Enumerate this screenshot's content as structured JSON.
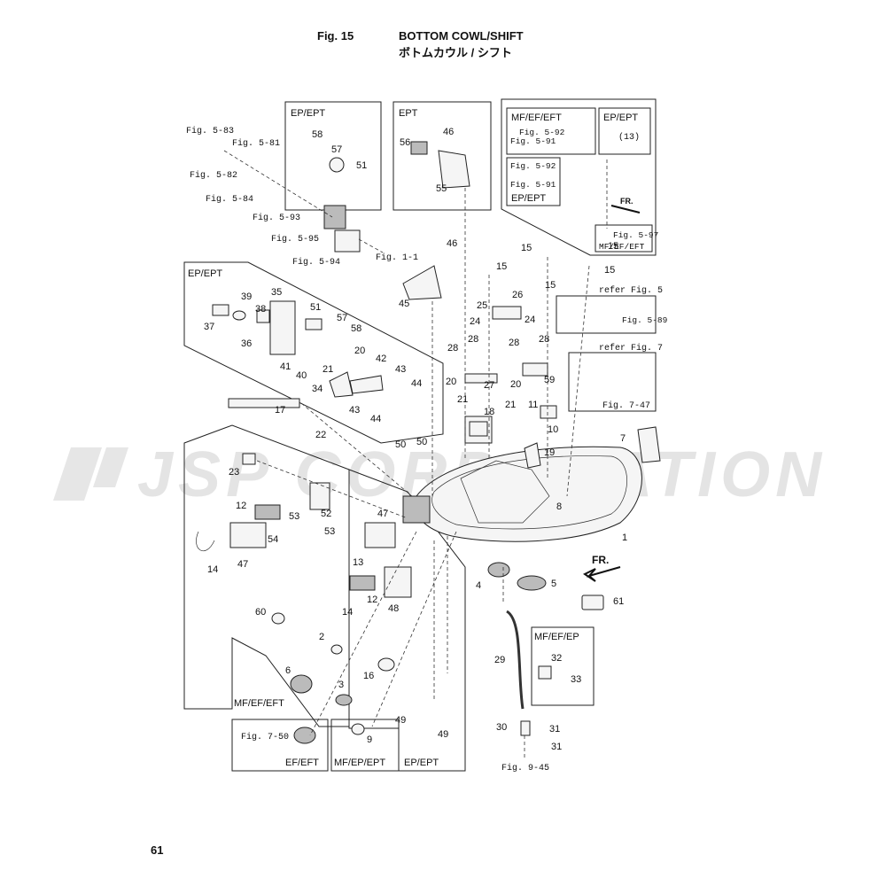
{
  "header": {
    "fig_number": "Fig. 15",
    "title_en": "BOTTOM COWL/SHIFT",
    "title_jp": "ボトムカウル / シフト"
  },
  "page_number": "61",
  "watermark": "JSP CORPORATION",
  "boxes": {
    "ep_ept_top": "EP/EPT",
    "ept_top": "EPT",
    "mf_ef_eft_inset": "MF/EF/EFT",
    "ep_ept_inset": "EP/EPT",
    "ep_ept_inset2": "EP/EPT",
    "ep_ept_mid": "EP/EPT",
    "mf_ef_eft_bottom": "MF/EF/EFT",
    "ef_eft": "EF/EFT",
    "mf_ep_ept": "MF/EP/EPT",
    "ep_ept_bottom": "EP/EPT",
    "mf_ef_ep": "MF/EF/EP",
    "mf_ef_eft_tag": "MF/EF/EFT"
  },
  "refs": {
    "fig5_83": "Fig. 5-83",
    "fig5_81": "Fig. 5-81",
    "fig5_82": "Fig. 5-82",
    "fig5_84": "Fig. 5-84",
    "fig5_93": "Fig. 5-93",
    "fig5_95": "Fig. 5-95",
    "fig5_94": "Fig. 5-94",
    "fig1_1": "Fig. 1-1",
    "fig5_92a": "Fig. 5-92",
    "fig5_91a": "Fig. 5-91",
    "fig5_92b": "Fig. 5-92",
    "fig5_91b": "Fig. 5-91",
    "fig5_97": "Fig. 5-97",
    "refer5": "refer Fig. 5",
    "fig5_89": "Fig. 5-89",
    "refer7": "refer Fig. 7",
    "fig7_47": "Fig. 7-47",
    "fig7_50": "Fig. 7-50",
    "fig9_45": "Fig. 9-45",
    "fr_small": "FR.",
    "fr_big": "FR.",
    "paren13": "(13)"
  },
  "callouts": [
    {
      "label": "58"
    },
    {
      "label": "57"
    },
    {
      "label": "51"
    },
    {
      "label": "46"
    },
    {
      "label": "56"
    },
    {
      "label": "55"
    },
    {
      "label": "46"
    },
    {
      "label": "45"
    },
    {
      "label": "15"
    },
    {
      "label": "15"
    },
    {
      "label": "15"
    },
    {
      "label": "15"
    },
    {
      "label": "15"
    },
    {
      "label": "25"
    },
    {
      "label": "26"
    },
    {
      "label": "24"
    },
    {
      "label": "24"
    },
    {
      "label": "39"
    },
    {
      "label": "35"
    },
    {
      "label": "38"
    },
    {
      "label": "37"
    },
    {
      "label": "36"
    },
    {
      "label": "51"
    },
    {
      "label": "57"
    },
    {
      "label": "58"
    },
    {
      "label": "20"
    },
    {
      "label": "21"
    },
    {
      "label": "41"
    },
    {
      "label": "40"
    },
    {
      "label": "42"
    },
    {
      "label": "43"
    },
    {
      "label": "34"
    },
    {
      "label": "44"
    },
    {
      "label": "43"
    },
    {
      "label": "44"
    },
    {
      "label": "17"
    },
    {
      "label": "22"
    },
    {
      "label": "28"
    },
    {
      "label": "28"
    },
    {
      "label": "27"
    },
    {
      "label": "20"
    },
    {
      "label": "21"
    },
    {
      "label": "18"
    },
    {
      "label": "28"
    },
    {
      "label": "28"
    },
    {
      "label": "59"
    },
    {
      "label": "20"
    },
    {
      "label": "21"
    },
    {
      "label": "11"
    },
    {
      "label": "10"
    },
    {
      "label": "7"
    },
    {
      "label": "50"
    },
    {
      "label": "50"
    },
    {
      "label": "19"
    },
    {
      "label": "8"
    },
    {
      "label": "1"
    },
    {
      "label": "23"
    },
    {
      "label": "12"
    },
    {
      "label": "52"
    },
    {
      "label": "53"
    },
    {
      "label": "54"
    },
    {
      "label": "53"
    },
    {
      "label": "47"
    },
    {
      "label": "14"
    },
    {
      "label": "47"
    },
    {
      "label": "13"
    },
    {
      "label": "12"
    },
    {
      "label": "14"
    },
    {
      "label": "48"
    },
    {
      "label": "60"
    },
    {
      "label": "2"
    },
    {
      "label": "6"
    },
    {
      "label": "16"
    },
    {
      "label": "3"
    },
    {
      "label": "4"
    },
    {
      "label": "5"
    },
    {
      "label": "61"
    },
    {
      "label": "29"
    },
    {
      "label": "32"
    },
    {
      "label": "33"
    },
    {
      "label": "49"
    },
    {
      "label": "49"
    },
    {
      "label": "9"
    },
    {
      "label": "30"
    },
    {
      "label": "31"
    },
    {
      "label": "31"
    }
  ]
}
